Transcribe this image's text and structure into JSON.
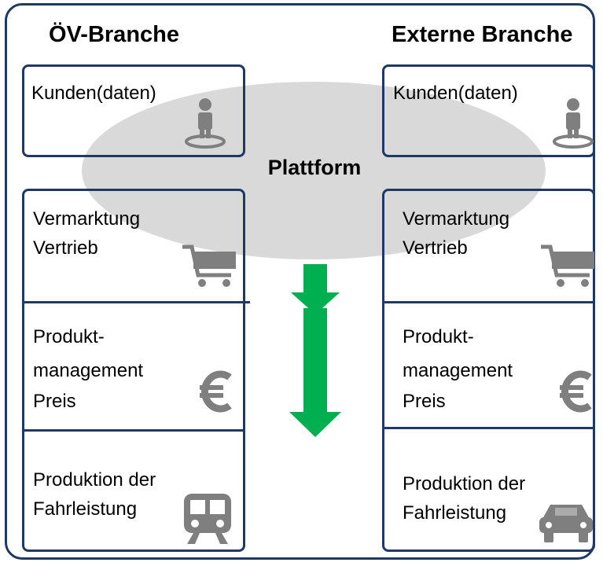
{
  "left": {
    "heading": "ÖV-Branche",
    "customer": "Kunden(daten)",
    "marketing_line1": "Vermarktung",
    "marketing_line2": "Vertrieb",
    "product_line1": "Produkt-",
    "product_line2": "management",
    "product_line3": "Preis",
    "production_line1": "Produktion der",
    "production_line2": "Fahrleistung"
  },
  "right": {
    "heading": "Externe Branche",
    "customer": "Kunden(daten)",
    "marketing_line1": "Vermarktung",
    "marketing_line2": "Vertrieb",
    "product_line1": "Produkt-",
    "product_line2": "management",
    "product_line3": "Preis",
    "production_line1": "Produktion der",
    "production_line2": "Fahrleistung"
  },
  "platform": {
    "label": "Plattform"
  },
  "icons": {
    "customer": "person-icon",
    "marketing": "shopping-cart-icon",
    "product": "euro-icon",
    "production_left": "train-icon",
    "production_right": "car-icon",
    "flow": "double-arrow-down"
  },
  "colors": {
    "frame": "#1f3864",
    "platform_fill": "#d9d9d9",
    "icon_gray": "#7f7f7f",
    "arrow_green": "#00b050"
  }
}
